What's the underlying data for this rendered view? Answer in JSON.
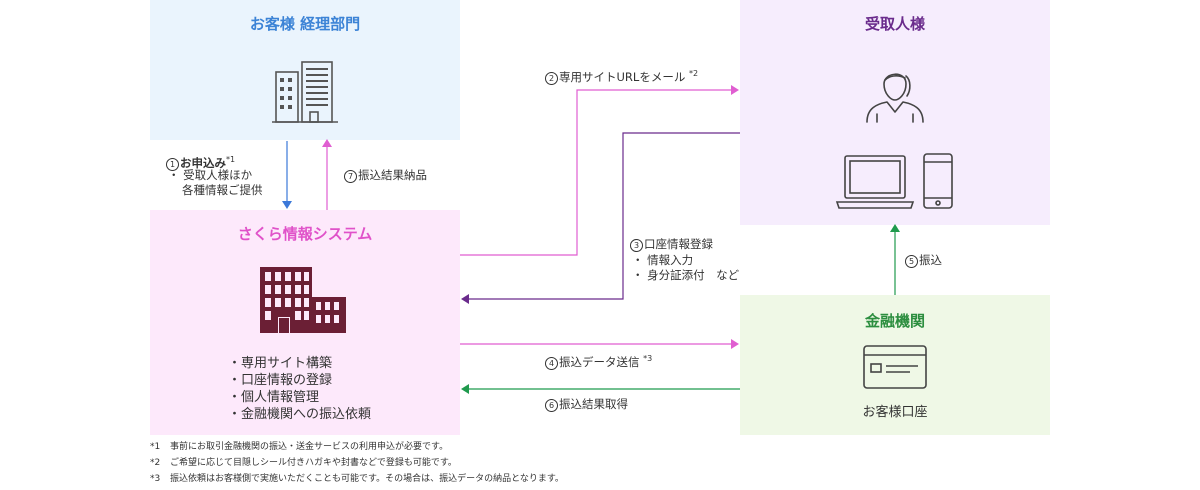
{
  "nodes": {
    "client": {
      "title": "お客様 経理部門"
    },
    "recipient": {
      "title": "受取人様"
    },
    "system": {
      "title": "さくら情報システム",
      "items": [
        "・専用サイト構築",
        "・口座情報の登録",
        "・個人情報管理",
        "・金融機関への振込依頼"
      ]
    },
    "bank": {
      "title": "金融機関",
      "sub": "お客様口座"
    }
  },
  "steps": {
    "s1": {
      "num": "1",
      "label": "お申込み",
      "mark": "*1",
      "sub1": "・ 受取人様ほか",
      "sub2": "各種情報ご提供"
    },
    "s2": {
      "num": "2",
      "label": "専用サイトURLをメール",
      "mark": "*2"
    },
    "s3": {
      "num": "3",
      "label": "口座情報登録",
      "sub1": "・ 情報入力",
      "sub2": "・ 身分証添付　など"
    },
    "s4": {
      "num": "4",
      "label": "振込データ送信",
      "mark": "*3"
    },
    "s5": {
      "num": "5",
      "label": "振込"
    },
    "s6": {
      "num": "6",
      "label": "振込結果取得"
    },
    "s7": {
      "num": "7",
      "label": "振込結果納品"
    }
  },
  "notes": [
    {
      "mark": "*1",
      "text": "事前にお取引金融機関の振込・送金サービスの利用申込が必要です。"
    },
    {
      "mark": "*2",
      "text": "ご希望に応じて目隠しシール付きハガキや封書などで登録も可能です。"
    },
    {
      "mark": "*3",
      "text": "振込依頼はお客様側で実施いただくことも可能です。その場合は、振込データの納品となります。"
    }
  ],
  "colors": {
    "client_bg": "#eaf4fd",
    "client_title": "#3c83d6",
    "recipient_bg": "#f6edfd",
    "recipient_title": "#6a2b8c",
    "system_bg": "#fde9fb",
    "system_title": "#e052c9",
    "bank_bg": "#eff8e6",
    "bank_title": "#2c8e3f",
    "blue_arrow": "#3b78d8",
    "pink_arrow": "#e05ed1",
    "purple_arrow": "#6a2b8c",
    "green_arrow": "#1f9a4d",
    "building_dark": "#6b1f35"
  }
}
